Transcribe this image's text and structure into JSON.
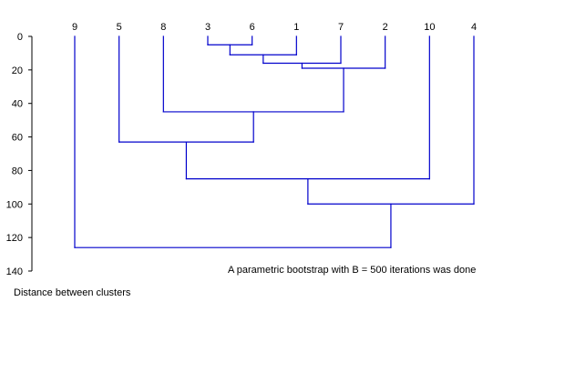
{
  "chart_data": {
    "type": "dendrogram",
    "ylabel": "Distance between clusters",
    "annotation": "A parametric bootstrap with B = 500 iterations was done",
    "ylim": [
      0,
      140
    ],
    "yticks": [
      0,
      20,
      40,
      60,
      80,
      100,
      120,
      140
    ],
    "leaf_order": [
      "9",
      "5",
      "8",
      "3",
      "6",
      "1",
      "7",
      "2",
      "10",
      "4"
    ],
    "merges": [
      {
        "left": "3",
        "right": "6",
        "height": 5
      },
      {
        "left": "3-6",
        "right": "1",
        "height": 11
      },
      {
        "left": "3-6-1",
        "right": "7",
        "height": 16
      },
      {
        "left": "3-6-1-7",
        "right": "2",
        "height": 19
      },
      {
        "left": "8",
        "right": "3-6-1-7-2",
        "height": 45
      },
      {
        "left": "5",
        "right": "8-3-6-1-7-2",
        "height": 63
      },
      {
        "left": "5-8-3-6-1-7-2",
        "right": "10",
        "height": 85
      },
      {
        "left": "5-8-3-6-1-7-2-10",
        "right": "4",
        "height": 100
      },
      {
        "left": "9",
        "right": "5-8-3-6-1-7-2-10-4",
        "height": 126
      }
    ],
    "colors": {
      "branch": "#0000cc",
      "axis": "#000000"
    }
  }
}
